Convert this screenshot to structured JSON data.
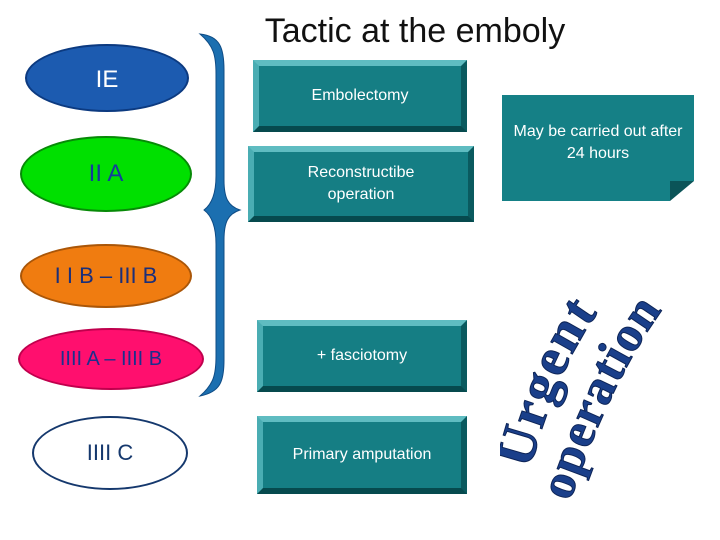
{
  "title": "Tactic at the emboly",
  "stages": [
    "IE",
    "II A",
    "I I B – III B",
    "IIII A – IIII B",
    "IIII C"
  ],
  "actions": [
    "Embolectomy",
    "Reconstructibe operation",
    "+ fasciotomy",
    "Primary amputation"
  ],
  "note": "May be carried out after 24 hours",
  "urgent": {
    "line1": "Urgent",
    "line2": "operation"
  },
  "colors": {
    "stage_ie": "#1c5bb0",
    "stage_iia": "#00e000",
    "stage_iib": "#f07c10",
    "stage_iiiia": "#ff0f6e",
    "box": "#157e84",
    "brace": "#1b6fb0",
    "urgent_text": "#1a3f8a"
  }
}
